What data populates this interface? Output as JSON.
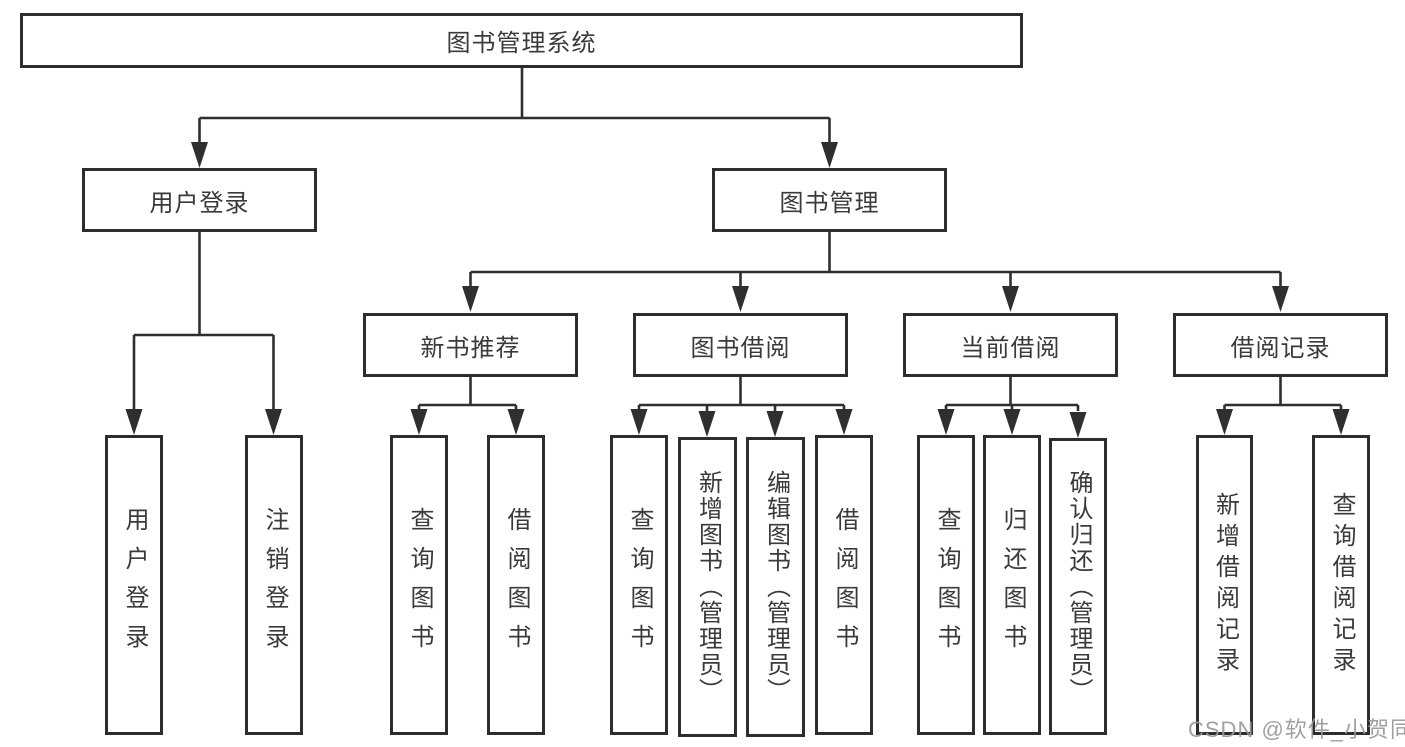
{
  "watermark": "CSDN @软件_小贺同学",
  "tree": {
    "root": {
      "label": "图书管理系统"
    },
    "level2": [
      {
        "label": "用户登录"
      },
      {
        "label": "图书管理"
      }
    ],
    "level3": [
      {
        "label": "新书推荐"
      },
      {
        "label": "图书借阅"
      },
      {
        "label": "当前借阅"
      },
      {
        "label": "借阅记录"
      }
    ],
    "leaves": {
      "user_login": [
        {
          "label": "用户登录"
        },
        {
          "label": "注销登录"
        }
      ],
      "new_book_recommend": [
        {
          "label": "查询图书"
        },
        {
          "label": "借阅图书"
        }
      ],
      "book_borrowing": [
        {
          "label": "查询图书"
        },
        {
          "label": "新增图书（管理员）"
        },
        {
          "label": "编辑图书（管理员）"
        },
        {
          "label": "借阅图书"
        }
      ],
      "current_borrowing": [
        {
          "label": "查询图书"
        },
        {
          "label": "归还图书"
        },
        {
          "label": "确认归还（管理员）"
        }
      ],
      "borrowing_records": [
        {
          "label": "新增借阅记录"
        },
        {
          "label": "查询借阅记录"
        }
      ]
    }
  }
}
